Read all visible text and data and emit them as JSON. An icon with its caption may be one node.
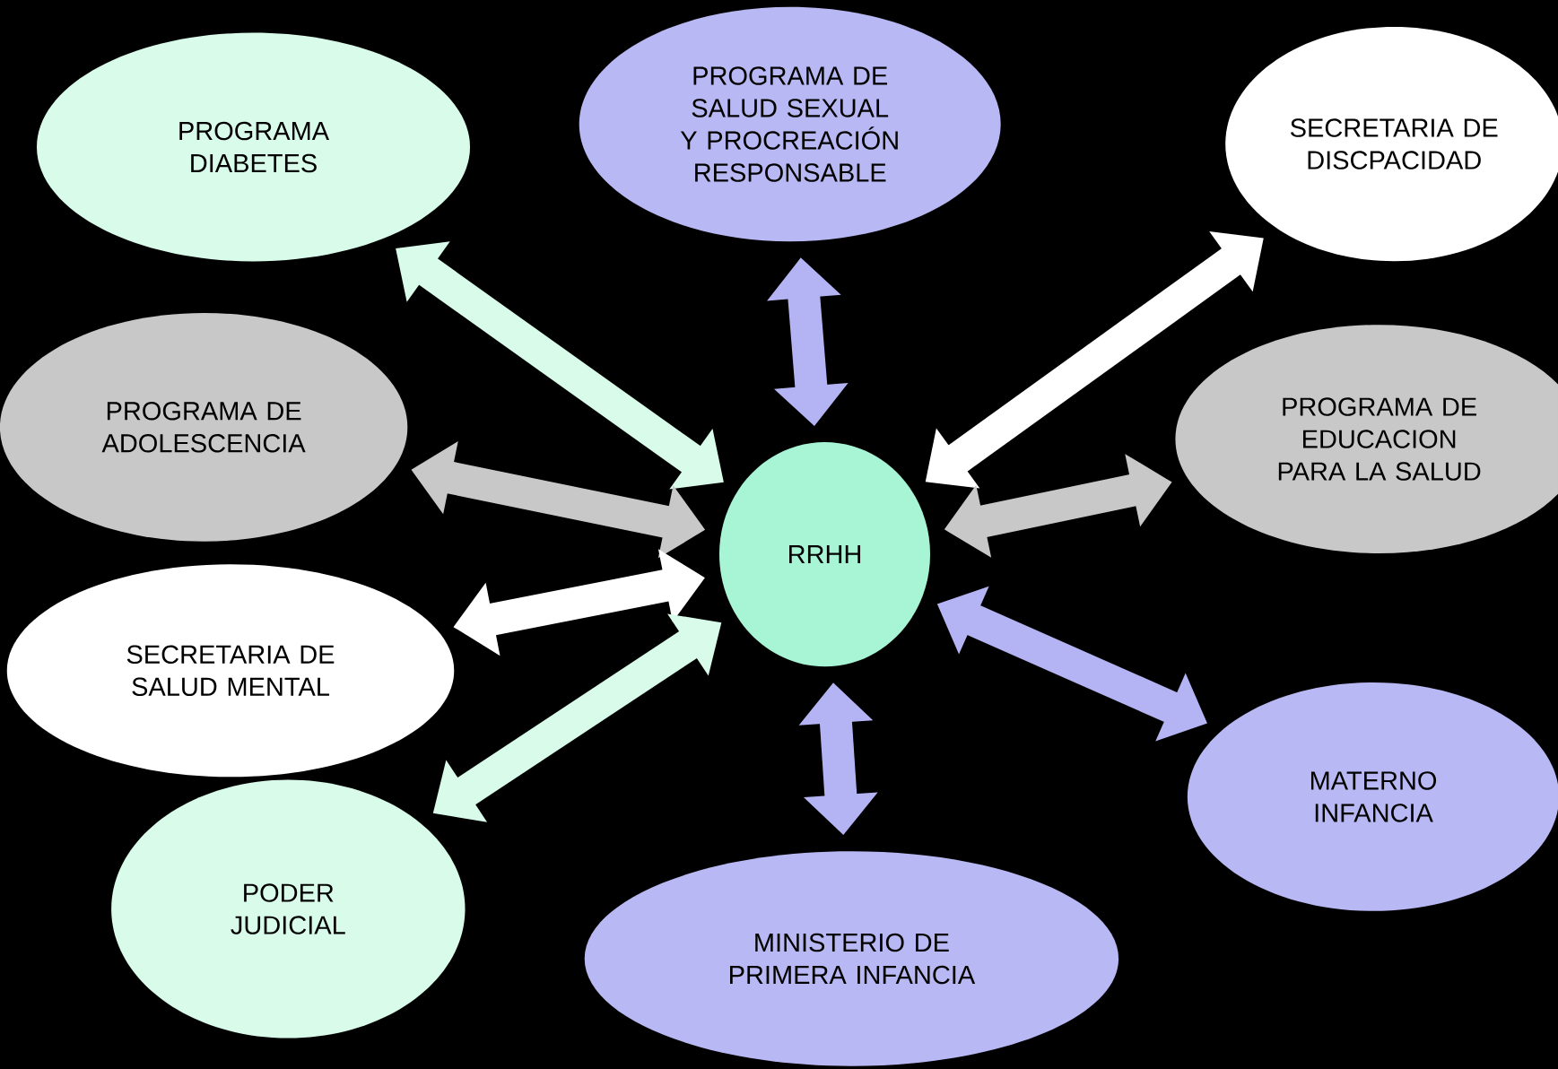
{
  "diagram": {
    "nodes": [
      {
        "text": [
          "PROGRAMA DIABETES"
        ]
      },
      {
        "text": [
          "PROGRAMA DE SALUD SEXUAL Y PROCREACIÓN RESPONSABLE"
        ]
      },
      {
        "text": [
          "SECRETARIA DE DISCPACIDAD"
        ]
      },
      {
        "text": [
          "PROGRAMA DE ADOLESCENCIA"
        ]
      },
      {
        "text": [
          "PROGRAMA DE EDUCACION PARA LA SALUD"
        ]
      },
      {
        "text": [
          "RRHH"
        ]
      },
      {
        "text": [
          "SECRETARIA DE SALUD MENTAL"
        ]
      },
      {
        "text": [
          "MATERNO INFANCIA"
        ]
      },
      {
        "text": [
          "PODER JUDICIAL"
        ]
      },
      {
        "text": [
          "MINISTERIO DE PRIMERA INFANCIA"
        ]
      }
    ],
    "edges": [
      {
        "from": 5,
        "to": 0,
        "arrow": "both",
        "color": "#d8fbea"
      },
      {
        "from": 5,
        "to": 1,
        "arrow": "both",
        "color": "#b4b4f4"
      },
      {
        "from": 5,
        "to": 2,
        "arrow": "both",
        "color": "#ffffff"
      },
      {
        "from": 5,
        "to": 3,
        "arrow": "both",
        "color": "#c8c8c8"
      },
      {
        "from": 5,
        "to": 4,
        "arrow": "both",
        "color": "#c8c8c8"
      },
      {
        "from": 5,
        "to": 6,
        "arrow": "both",
        "color": "#ffffff"
      },
      {
        "from": 5,
        "to": 7,
        "arrow": "both",
        "color": "#b4b4f4"
      },
      {
        "from": 5,
        "to": 8,
        "arrow": "both",
        "color": "#d8fbea"
      },
      {
        "from": 5,
        "to": 9,
        "arrow": "both",
        "color": "#b4b4f4"
      }
    ]
  }
}
